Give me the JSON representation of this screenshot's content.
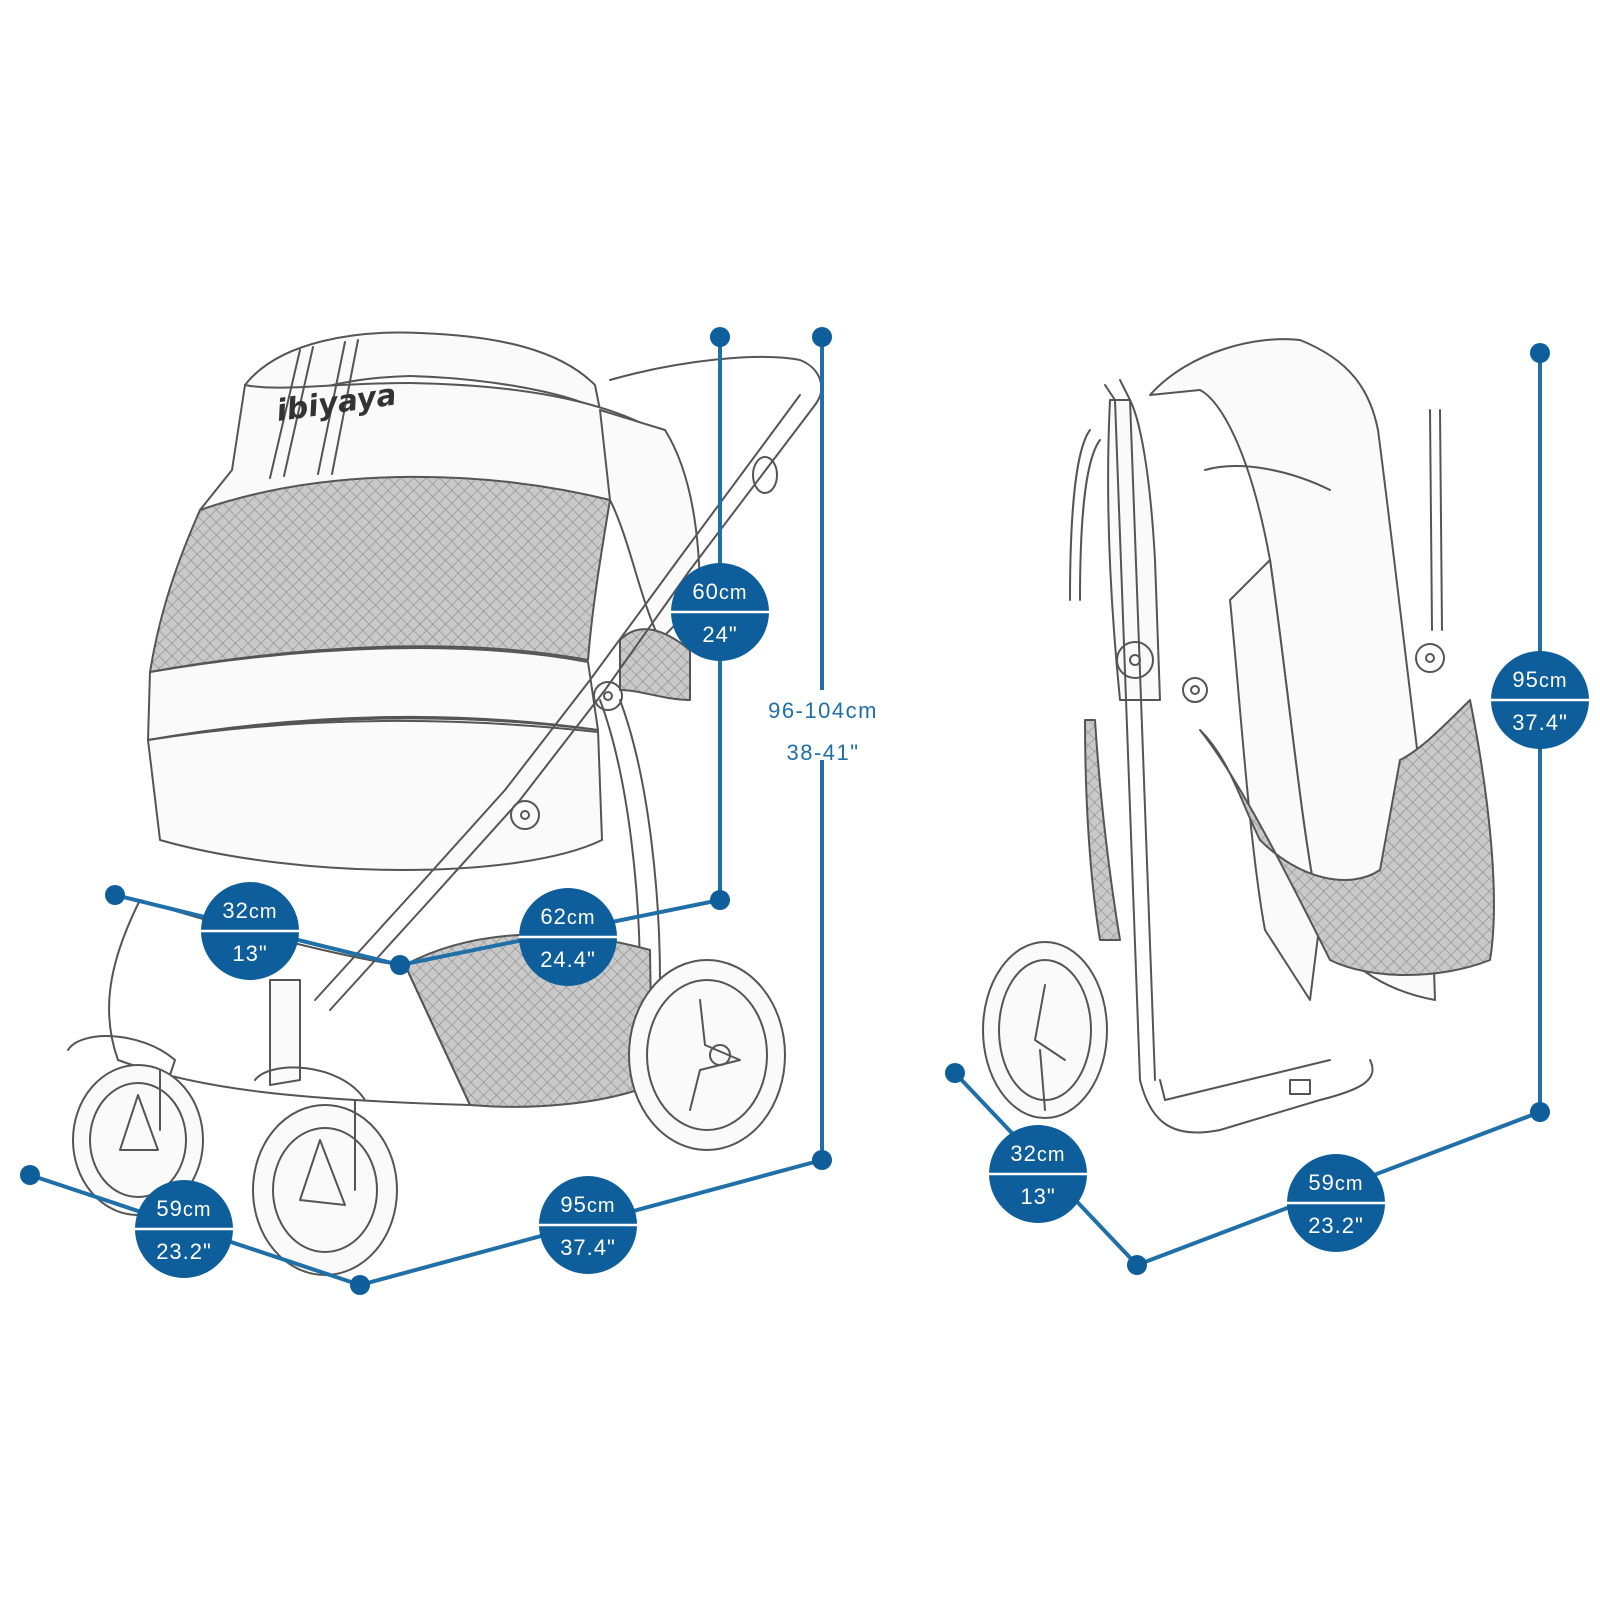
{
  "logo": {
    "brand": "ibiyaya"
  },
  "left_view": {
    "name": "stroller-open",
    "measurements": [
      {
        "key": "canopy-height",
        "metric": "60",
        "metric_unit": "cm",
        "imperial": "24\""
      },
      {
        "key": "depth",
        "metric": "32",
        "metric_unit": "cm",
        "imperial": "13\""
      },
      {
        "key": "length",
        "metric": "62",
        "metric_unit": "cm",
        "imperial": "24.4\""
      },
      {
        "key": "width",
        "metric": "59",
        "metric_unit": "cm",
        "imperial": "23.2\""
      },
      {
        "key": "overall-length",
        "metric": "95",
        "metric_unit": "cm",
        "imperial": "37.4\""
      }
    ],
    "handle_height": {
      "metric": "96-104",
      "metric_unit": "cm",
      "imperial": "38-41\""
    }
  },
  "right_view": {
    "name": "stroller-folded",
    "measurements": [
      {
        "key": "folded-height",
        "metric": "95",
        "metric_unit": "cm",
        "imperial": "37.4\""
      },
      {
        "key": "folded-depth",
        "metric": "32",
        "metric_unit": "cm",
        "imperial": "13\""
      },
      {
        "key": "folded-width",
        "metric": "59",
        "metric_unit": "cm",
        "imperial": "23.2\""
      }
    ]
  },
  "colors": {
    "accent": "#0f5e9c",
    "accent_line": "#1f6fa8",
    "drawing": "#555555",
    "background": "#ffffff"
  }
}
